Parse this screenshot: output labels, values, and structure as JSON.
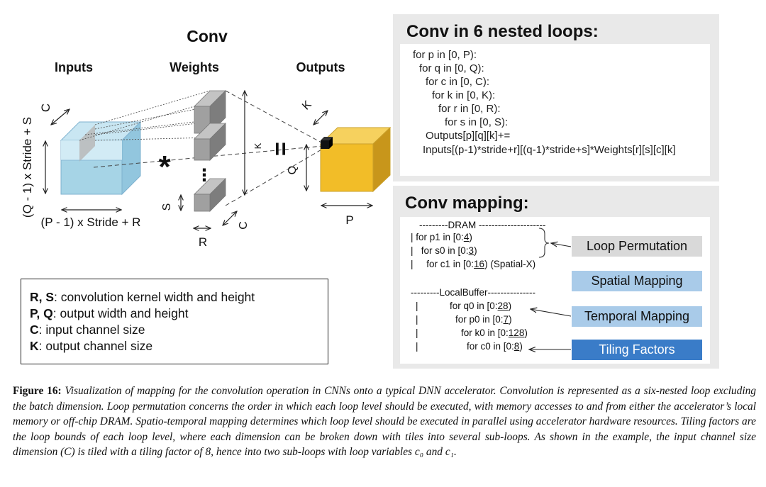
{
  "diagram": {
    "title": "Conv",
    "inputs_label": "Inputs",
    "weights_label": "Weights",
    "outputs_label": "Outputs",
    "input_height_label": "(Q - 1) x Stride + S",
    "input_width_label": "(P - 1) x Stride + R",
    "input_channel_label": "C",
    "weight_s_label": "S",
    "weight_r_label": "R",
    "weight_c_label": "C",
    "weight_k_label": "K",
    "output_k_label": "K",
    "output_q_label": "Q",
    "output_p_label": "P",
    "times_symbol": "*",
    "equals_symbol": "=",
    "ellipsis_symbol": "⋮",
    "colors": {
      "input_cube": "#a6d4e6",
      "weight_block": "#9e9e9e",
      "output_cube": "#f2bd28",
      "output_cube_side": "#c8961b"
    }
  },
  "legend": {
    "lines": [
      {
        "term": "R, S",
        "text": ": convolution kernel width and height"
      },
      {
        "term": "P, Q",
        "text": ": output width and height"
      },
      {
        "term": "C",
        "text": ": input channel size"
      },
      {
        "term": "K",
        "text": ": output channel size"
      }
    ]
  },
  "loops_panel": {
    "title": "Conv in 6 nested loops:",
    "lines": [
      "for p in [0, P):",
      "for q in [0, Q):",
      "for c in [0, C):",
      "for k in [0, K):",
      "for r in [0, R):",
      "for s in [0, S):",
      "Outputs[p][q][k]+=",
      "Inputs[(p-1)*stride+r][(q-1)*stride+s]*Weights[r][s][c][k]"
    ]
  },
  "mapping_panel": {
    "title": "Conv mapping:",
    "dram_header": "---------DRAM ---------------------",
    "dram_lines": [
      {
        "prefix": "| for p1 in [0:",
        "bound": "4",
        "suffix": ")"
      },
      {
        "prefix": "|   for s0 in [0:",
        "bound": "3",
        "suffix": ")"
      },
      {
        "prefix": "|     for c1 in [0:",
        "bound": "16",
        "suffix": ") (Spatial-X)"
      }
    ],
    "buffer_header": "---------LocalBuffer---------------",
    "buffer_pipes": [
      "|",
      "|",
      "|",
      "|"
    ],
    "buffer_lines": [
      {
        "prefix": "for q0 in [0:",
        "bound": "28",
        "suffix": ")"
      },
      {
        "prefix": "for p0 in [0:",
        "bound": "7",
        "suffix": ")"
      },
      {
        "prefix": "for k0 in [0:",
        "bound": "128",
        "suffix": ")"
      },
      {
        "prefix": "for c0 in [0:",
        "bound": "8",
        "suffix": ")"
      }
    ],
    "tags": {
      "loop_permutation": "Loop Permutation",
      "spatial_mapping": "Spatial Mapping",
      "temporal_mapping": "Temporal Mapping",
      "tiling_factors": "Tiling Factors"
    },
    "colors": {
      "loop_permutation": "#d9d9d9",
      "spatial_mapping": "#a9cbe9",
      "temporal_mapping": "#a9cbe9",
      "tiling_factors": "#3a7cc8"
    }
  },
  "caption": {
    "label": "Figure 16:",
    "text": "Visualization of mapping for the convolution operation in CNNs onto a typical DNN accelerator. Convolution is represented as a six-nested loop excluding the batch dimension. Loop permutation concerns the order in which each loop level should be executed, with memory accesses to and from either the accelerator’s local memory or off-chip DRAM. Spatio-temporal mapping determines which loop level should be executed in parallel using accelerator hardware resources. Tiling factors are the loop bounds of each loop level, where each dimension can be broken down with tiles into several sub-loops. As shown in the example, the input channel size dimension (C) is tiled with a tiling factor of 8, hence into two sub-loops with loop variables c₀ and c₁."
  }
}
